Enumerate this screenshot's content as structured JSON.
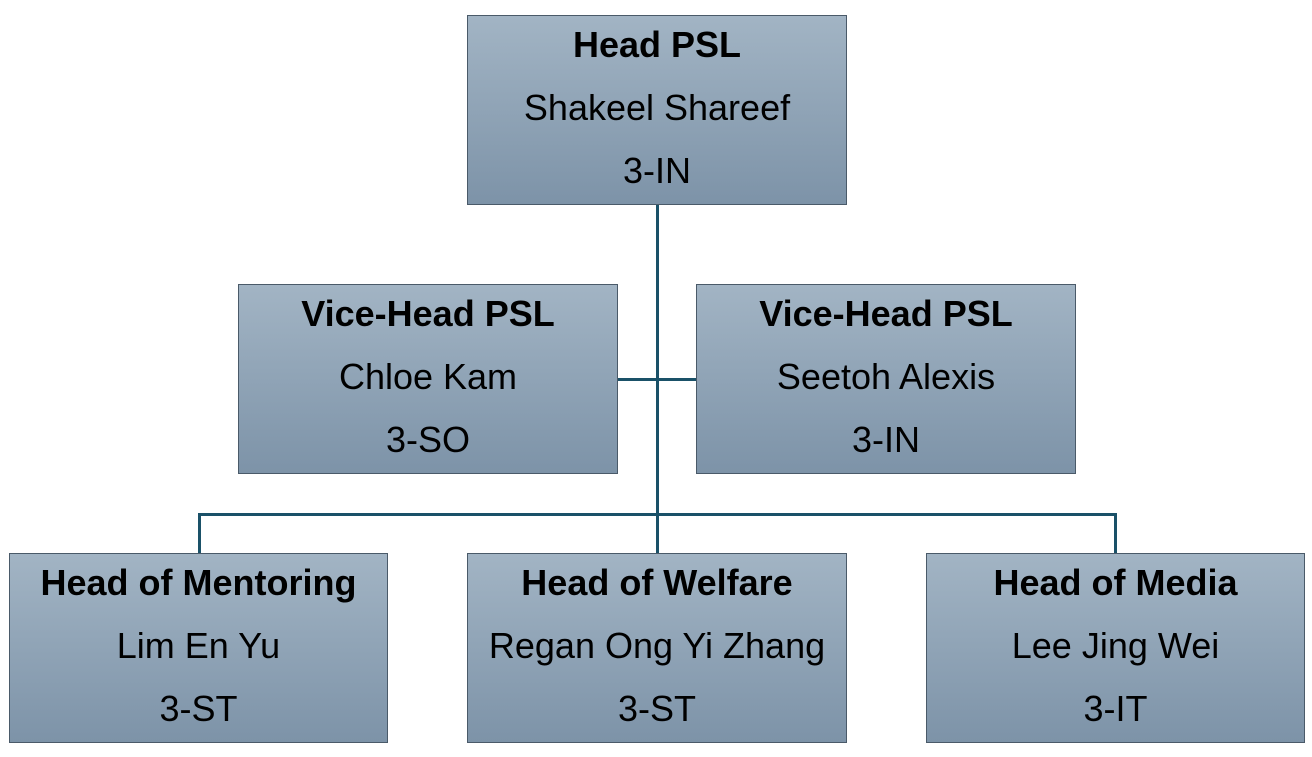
{
  "org_chart": {
    "nodes": [
      {
        "id": "head-psl",
        "role": "Head PSL",
        "name": "Shakeel Shareef",
        "class": "3-IN"
      },
      {
        "id": "vice-head-left",
        "role": "Vice-Head PSL",
        "name": "Chloe Kam",
        "class": "3-SO"
      },
      {
        "id": "vice-head-right",
        "role": "Vice-Head PSL",
        "name": "Seetoh Alexis",
        "class": "3-IN"
      },
      {
        "id": "head-mentoring",
        "role": "Head of Mentoring",
        "name": "Lim En Yu",
        "class": "3-ST"
      },
      {
        "id": "head-welfare",
        "role": "Head of Welfare",
        "name": "Regan Ong Yi Zhang",
        "class": "3-ST"
      },
      {
        "id": "head-media",
        "role": "Head of Media",
        "name": "Lee Jing Wei",
        "class": "3-IT"
      }
    ],
    "colors": {
      "box_top": "#a2b4c4",
      "box_bottom": "#7d93a8",
      "box_border": "#4a5a69",
      "connector": "#1a5168",
      "text": "#000000"
    }
  }
}
